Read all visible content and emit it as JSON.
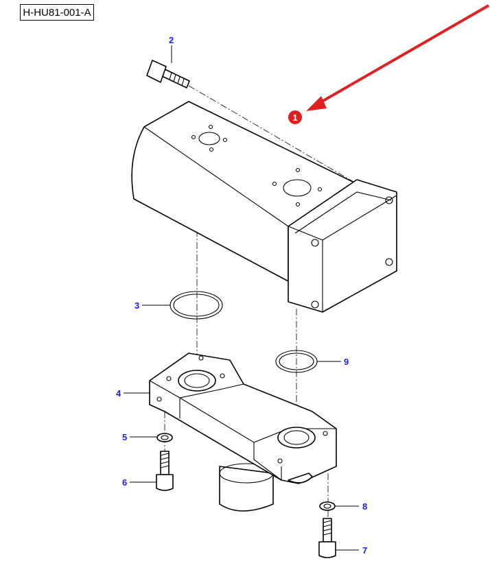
{
  "diagram": {
    "reference_code": "H-HU81-001-A",
    "highlight_color": "#e02020",
    "callout_color": "#1a1aff",
    "callouts": {
      "c1": "1",
      "c2": "2",
      "c3": "3",
      "c4": "4",
      "c5": "5",
      "c6": "6",
      "c7": "7",
      "c8": "8",
      "c9": "9"
    }
  }
}
